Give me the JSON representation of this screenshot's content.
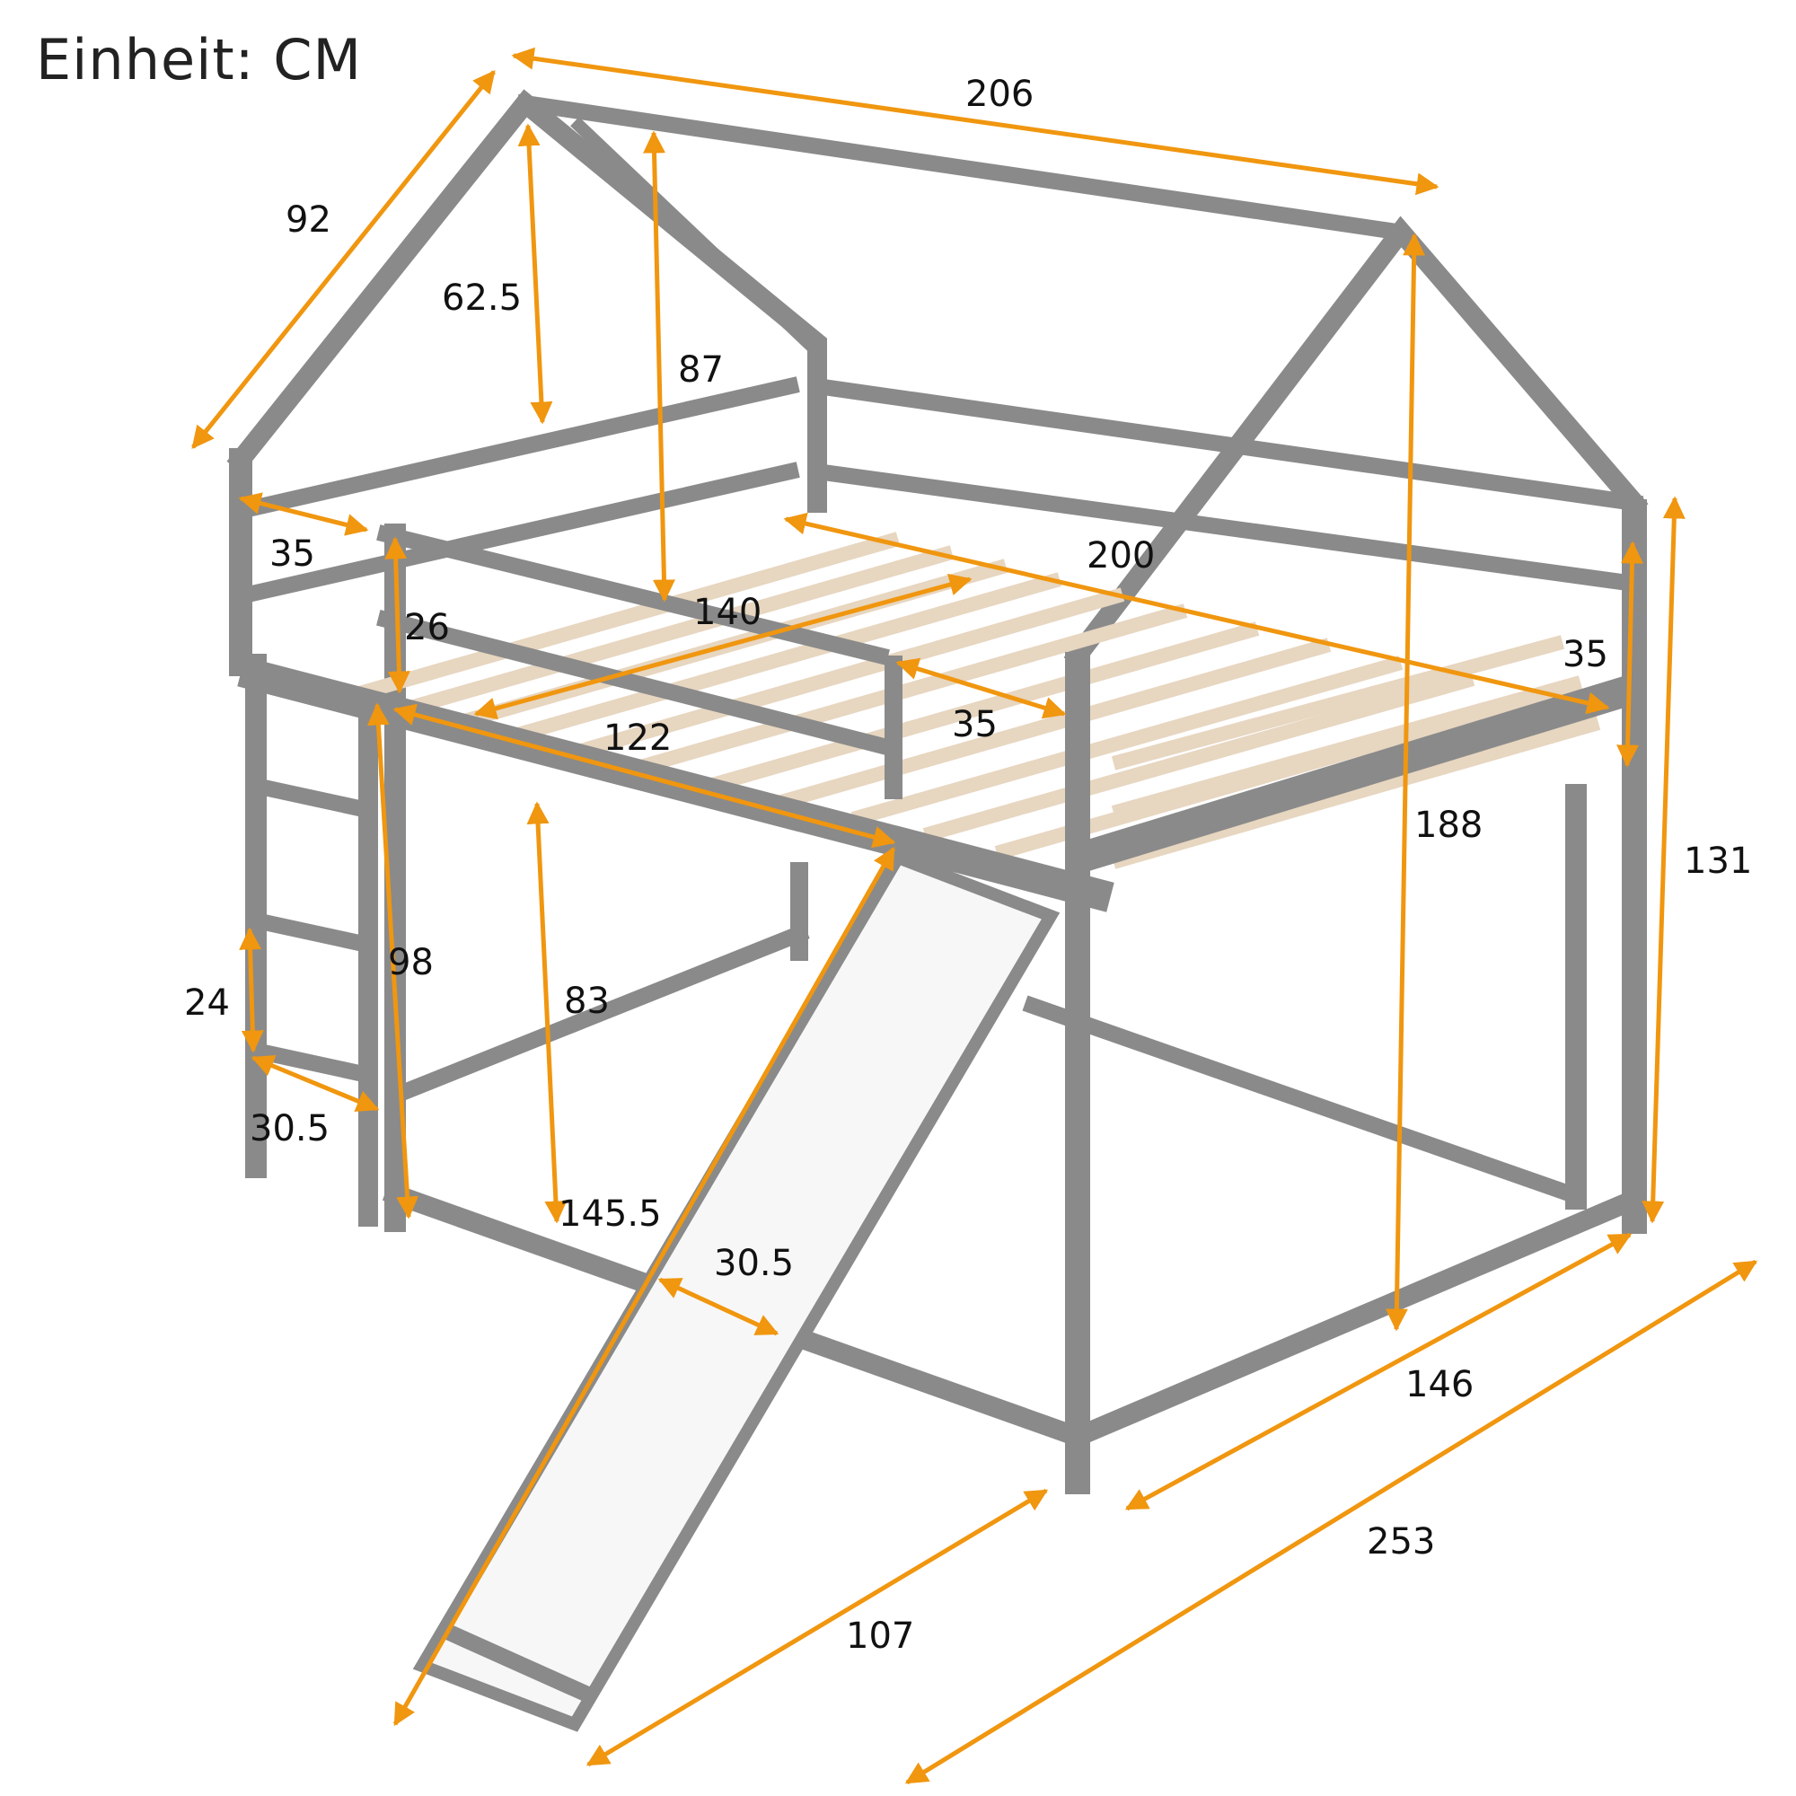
{
  "unit": "Einheit: CM",
  "colors": {
    "frame": "#8a8a8a",
    "slats": "#e7d6c0",
    "arrows": "#f0960f",
    "slide": "#f7f7f7"
  },
  "dimensions": {
    "roof_length": "206",
    "roof_slope": "92",
    "roof_height_inner": "62.5",
    "roof_height": "87",
    "rail_gap_left": "35",
    "guard_height": "26",
    "bed_width": "140",
    "bed_length": "200",
    "rail_height_right": "35",
    "opening_front": "35",
    "front_rail_length": "122",
    "ladder_height": "98",
    "ladder_step": "24",
    "ladder_width": "30.5",
    "underbed_height": "83",
    "underbed_total": "145.5",
    "slide_width": "30.5",
    "total_height_inner": "188",
    "bed_height": "131",
    "depth": "146",
    "slide_projection": "107",
    "total_length": "253"
  }
}
